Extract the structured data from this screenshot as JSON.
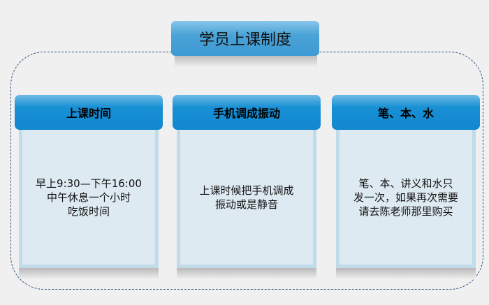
{
  "title": "学员上课制度",
  "columns": [
    {
      "header": "上课时间",
      "lines": [
        "早上9:30—下午16:00",
        "中午休息一个小时",
        "吃饭时间"
      ]
    },
    {
      "header": "手机调成振动",
      "lines": [
        "上课时候把手机调成",
        "振动或是静音"
      ]
    },
    {
      "header": "笔、本、水",
      "lines": [
        "笔、本、讲义和水只",
        "发一次，如果再次需要",
        "请去陈老师那里购买"
      ]
    }
  ]
}
